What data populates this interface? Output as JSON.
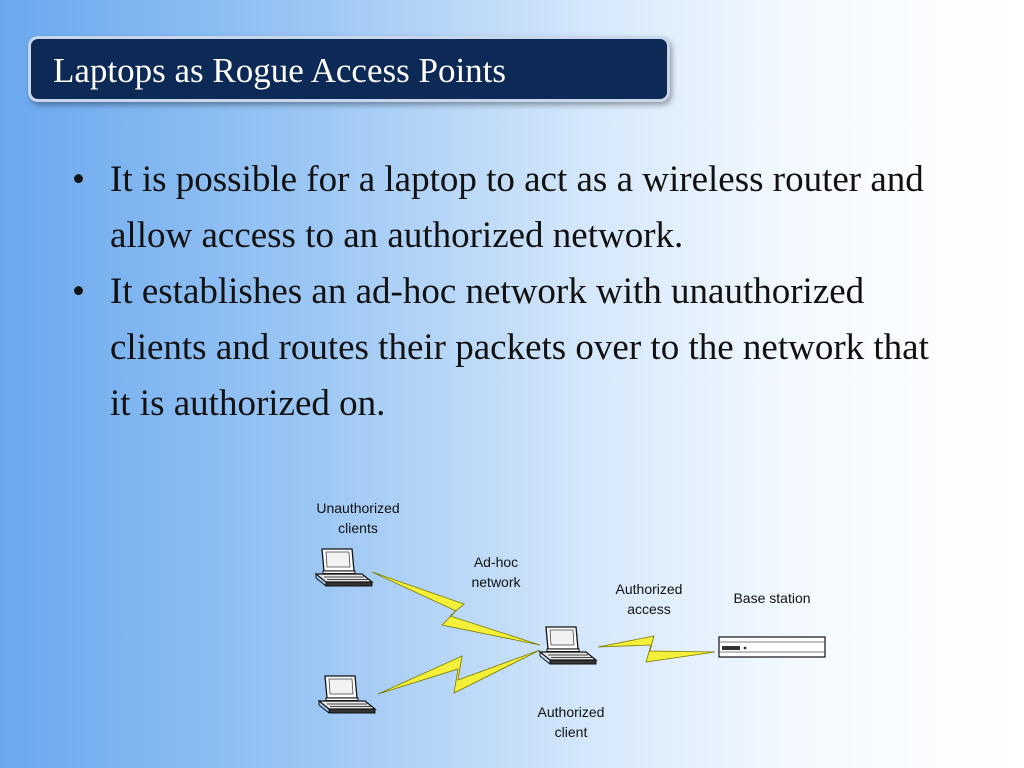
{
  "slide": {
    "title": "Laptops as Rogue Access Points",
    "bullets": [
      "It is possible for a laptop to act as a wireless router and allow access to an authorized network.",
      "It establishes an ad-hoc network with unauthorized clients and routes their packets over to the network that it is authorized on."
    ],
    "bullet_glyph": "•"
  },
  "diagram": {
    "labels": {
      "unauthorized_line1": "Unauthorized",
      "unauthorized_line2": "clients",
      "adhoc_line1": "Ad-hoc",
      "adhoc_line2": "network",
      "authorized_access_line1": "Authorized",
      "authorized_access_line2": "access",
      "base_station": "Base station",
      "authorized_client_line1": "Authorized",
      "authorized_client_line2": "client"
    },
    "colors": {
      "lightning": "#f4f03a",
      "title_bg": "#0d2a57"
    },
    "icons": [
      "laptop-icon",
      "laptop-icon",
      "laptop-icon",
      "base-station-icon",
      "lightning-icon"
    ]
  }
}
